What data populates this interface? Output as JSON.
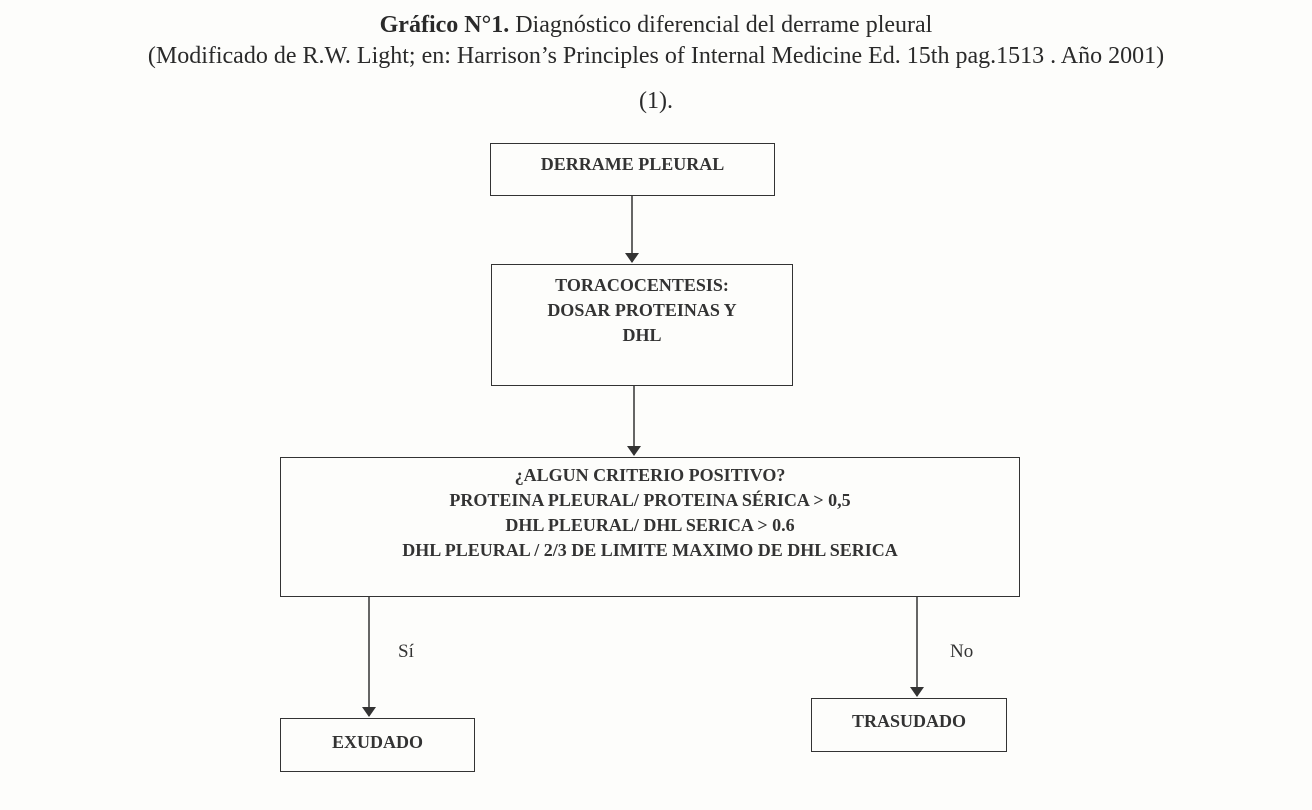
{
  "title": {
    "label": "Gráfico N°1.",
    "text": " Diagnóstico diferencial del derrame pleural",
    "line2": "(Modificado de R.W. Light; en: Harrison’s Principles of Internal Medicine Ed. 15th pag.1513 . Año 2001)",
    "line3": "(1)."
  },
  "nodes": {
    "derrame": "DERRAME PLEURAL",
    "toraco": [
      "TORACOCENTESIS:",
      "DOSAR PROTEINAS Y",
      "DHL"
    ],
    "criterio": [
      "¿ALGUN CRITERIO POSITIVO?",
      "PROTEINA PLEURAL/ PROTEINA SÉRICA > 0,5",
      "DHL PLEURAL/ DHL SERICA > 0.6",
      "DHL PLEURAL / 2/3 DE LIMITE MAXIMO DE DHL SERICA"
    ],
    "exudado": "EXUDADO",
    "trasudado": "TRASUDADO"
  },
  "edges": {
    "yes": "Sí",
    "no": "No"
  },
  "colors": {
    "background": "#fdfdfb",
    "ink": "#333333"
  }
}
